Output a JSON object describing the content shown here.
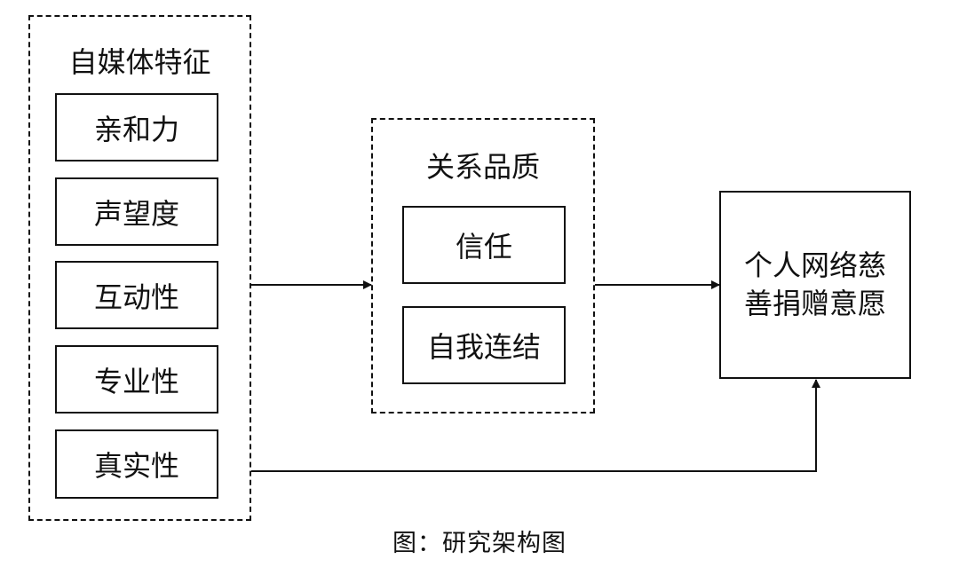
{
  "group_media": {
    "title": "自媒体特征",
    "items": [
      "亲和力",
      "声望度",
      "互动性",
      "专业性",
      "真实性"
    ]
  },
  "group_relation": {
    "title": "关系品质",
    "items": [
      "信任",
      "自我连结"
    ]
  },
  "outcome": {
    "line1": "个人网络慈",
    "line2": "善捐赠意愿"
  },
  "caption": "图：研究架构图",
  "colors": {
    "stroke": "#111111",
    "background": "#ffffff"
  }
}
